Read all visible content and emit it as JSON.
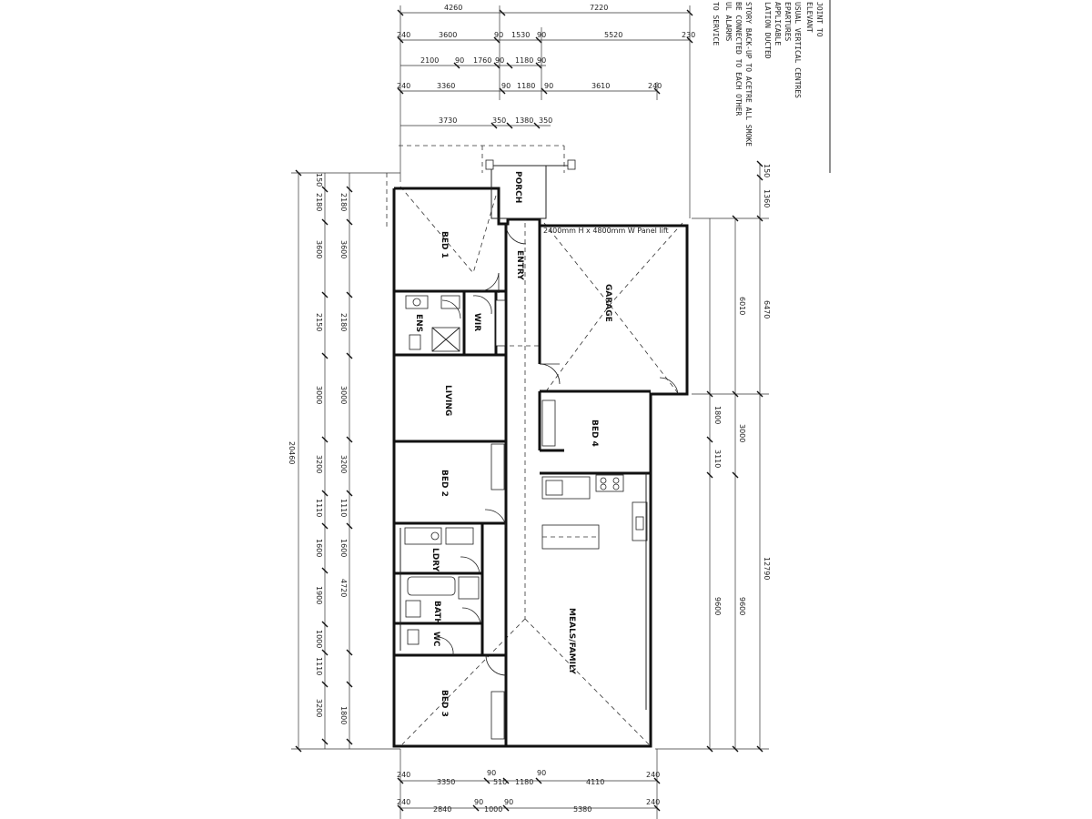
{
  "rooms": {
    "bed1": "BED 1",
    "entry": "ENTRY",
    "porch": "PORCH",
    "garage": "GARAGE",
    "ens": "ENS",
    "wir": "WIR",
    "living": "LIVING",
    "bed4": "BED 4",
    "bed2": "BED 2",
    "ldry": "LDRY",
    "bath": "BATH",
    "wc": "WC",
    "bed3": "BED 3",
    "meals_family": "MEALS/FAMILY"
  },
  "garage_door": "2400mm H x 4800mm W Panel lift",
  "notes": [
    "JOINT TO",
    "ELEVANT",
    "USUAL VERTICAL CENTRES",
    "EPARTURES",
    "APPLICABLE",
    "LATION DUCTED",
    "STORY BACK-UP TO ACETRE ALL SMOKE",
    "BE CONNECTED TO EACH OTHER",
    "UL ALARMS",
    "TO SERVICE"
  ],
  "dims_top": {
    "row1": [
      "4260",
      "7220"
    ],
    "row2": [
      "240",
      "3600",
      "90",
      "1530",
      "90",
      "5520",
      "230"
    ],
    "row3": [
      "2100",
      "90",
      "1760",
      "90",
      "1180",
      "90"
    ],
    "row4": [
      "240",
      "3360",
      "90",
      "1180",
      "90",
      "3610",
      "240"
    ],
    "row5": [
      "3730",
      "350",
      "1380",
      "350"
    ]
  },
  "dims_left": {
    "overall": "20460",
    "outer": [
      "150",
      "2180",
      "3600",
      "2150",
      "3000",
      "3200",
      "1110",
      "1600",
      "1900",
      "1000",
      "1110",
      "3200"
    ],
    "inner": [
      "2180",
      "3600",
      "2180",
      "3000",
      "3200",
      "1110",
      "1600",
      "4720",
      "1800"
    ]
  },
  "dims_right": {
    "outer": [
      "150",
      "1360",
      "6470",
      "12790"
    ],
    "inner": [
      "6010",
      "1800",
      "3000",
      "3110",
      "9600"
    ],
    "sub": [
      "9600"
    ]
  },
  "dims_bottom": {
    "row1": [
      "240",
      "3350",
      "90",
      "510",
      "1180",
      "90",
      "4110",
      "240"
    ],
    "row2": [
      "240",
      "2840",
      "90",
      "1000",
      "90",
      "5380",
      "240"
    ]
  }
}
